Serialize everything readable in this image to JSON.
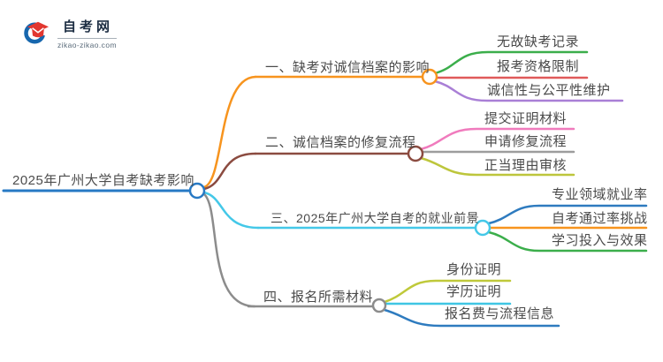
{
  "page": {
    "background": "#ffffff",
    "text_color": "#4a4a4a",
    "title": "2025年广州大学自考缺考影响"
  },
  "logo": {
    "site_name": "自考网",
    "site_domain": "zikao-zikao.com",
    "icon": "graduation-cap-with-blue-crescent",
    "colors": {
      "crescent_blue": "#1767ae",
      "cap_red": "#e23730",
      "name_color": "#1c2d42",
      "domain_color": "#5a6b7a"
    }
  },
  "mindmap": {
    "root": {
      "label": "2025年广州大学自考缺考影响",
      "color": "#2779c4"
    },
    "branches": [
      {
        "label": "一、缺考对诚信档案的影响",
        "color": "#f7941e",
        "children": [
          {
            "label": "无故缺考记录",
            "color": "#3bae4b"
          },
          {
            "label": "报考资格限制",
            "color": "#e05a5a"
          },
          {
            "label": "诚信性与公平性维护",
            "color": "#a97fd6"
          }
        ]
      },
      {
        "label": "二、诚信档案的修复流程",
        "color": "#8b4b40",
        "children": [
          {
            "label": "提交证明材料",
            "color": "#f07bbd"
          },
          {
            "label": "申请修复流程",
            "color": "#9d9d9d"
          },
          {
            "label": "正当理由审核",
            "color": "#bdc63c"
          }
        ]
      },
      {
        "label": "三、2025年广州大学自考的就业前景",
        "color": "#44c8e8",
        "children": [
          {
            "label": "专业领域就业率",
            "color": "#2e7bbf"
          },
          {
            "label": "自考通过率挑战",
            "color": "#f7941e"
          },
          {
            "label": "学习投入与效果",
            "color": "#3bae4b"
          }
        ]
      },
      {
        "label": "四、报名所需材料",
        "color": "#8c8c8c",
        "children": [
          {
            "label": "身份证明",
            "color": "#bfc93a"
          },
          {
            "label": "学历证明",
            "color": "#3fc6e4"
          },
          {
            "label": "报名费与流程信息",
            "color": "#2e7bbf"
          }
        ]
      }
    ]
  }
}
